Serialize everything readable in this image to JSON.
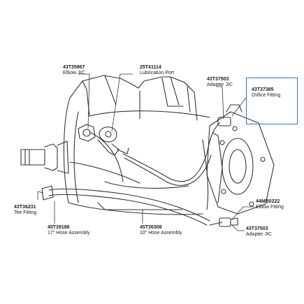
{
  "callouts": {
    "elbow_jic": {
      "part_number": "43T35867",
      "description": "Elbow JIC"
    },
    "lubrication_port": {
      "part_number": "25T41114",
      "description": "Lubrication Port"
    },
    "adapter_jic_top": {
      "part_number": "43T37503",
      "description": "Adapter JIC"
    },
    "orifice_fitting": {
      "part_number": "43T37385",
      "description": "Orifice Fitting"
    },
    "tee_fitting": {
      "part_number": "43T36231",
      "description": "Tee Fitting"
    },
    "hose_17": {
      "part_number": "45T39186",
      "description": "17\" Hose Assembly"
    },
    "hose_10": {
      "part_number": "45T36308",
      "description": "10\" Hose Assembly"
    },
    "elbow_fitting": {
      "part_number": "44MB0222",
      "description": "Elbow Fitting"
    },
    "adapter_jic_bottom": {
      "part_number": "43T37503",
      "description": "Adapter JIC"
    }
  },
  "colors": {
    "line": "#333333",
    "highlight": "#3a6fb7"
  }
}
